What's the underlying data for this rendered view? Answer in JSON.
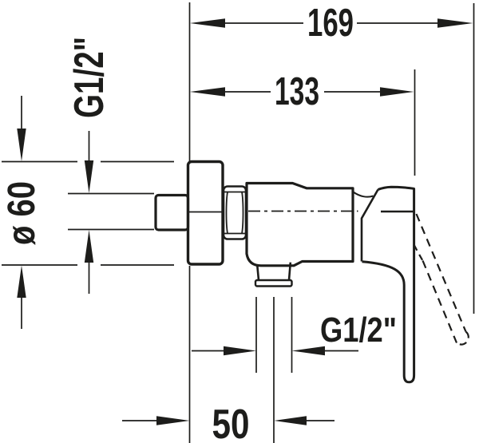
{
  "drawing": {
    "background": "#ffffff",
    "line_color": "#1d1d1b",
    "type": "technical-dimension-drawing"
  },
  "labels": {
    "dim_overall": "169",
    "dim_to_handle": "133",
    "dim_flange_diameter": "ø 60",
    "dim_supply_thread": "G1/2\"",
    "dim_outlet_thread": "G1/2\"",
    "dim_outlet_offset": "50"
  }
}
